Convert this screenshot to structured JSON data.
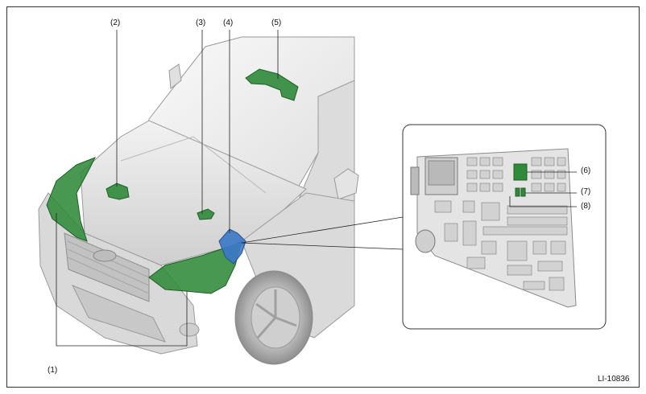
{
  "callouts": {
    "c1": "(1)",
    "c2": "(2)",
    "c3": "(3)",
    "c4": "(4)",
    "c5": "(5)",
    "c6": "(6)",
    "c7": "(7)",
    "c8": "(8)"
  },
  "figure_code": "LI-10836",
  "colors": {
    "component_green": "#2f8a3a",
    "component_blue": "#3a78c8",
    "car_body": "#e6e6e6",
    "outline": "#9a9a9a"
  }
}
